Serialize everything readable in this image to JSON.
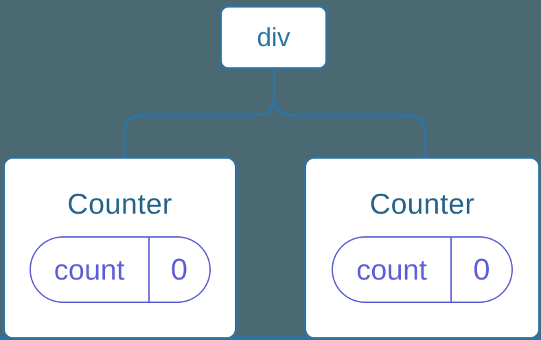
{
  "diagram": {
    "description": "React component tree diagram: a div parent node connected to two Counter component nodes, each holding a count state pill",
    "colors": {
      "background": "#4b6973",
      "line": "#2e74a4",
      "node_fill": "#ffffff",
      "root_label": "#2f77a6",
      "component_title": "#28648c",
      "state_accent": "#5f5fd6"
    },
    "root_node": {
      "label": "div"
    },
    "children": [
      {
        "title": "Counter",
        "state_pill": {
          "name": "count",
          "value": "0"
        }
      },
      {
        "title": "Counter",
        "state_pill": {
          "name": "count",
          "value": "0"
        }
      }
    ]
  }
}
